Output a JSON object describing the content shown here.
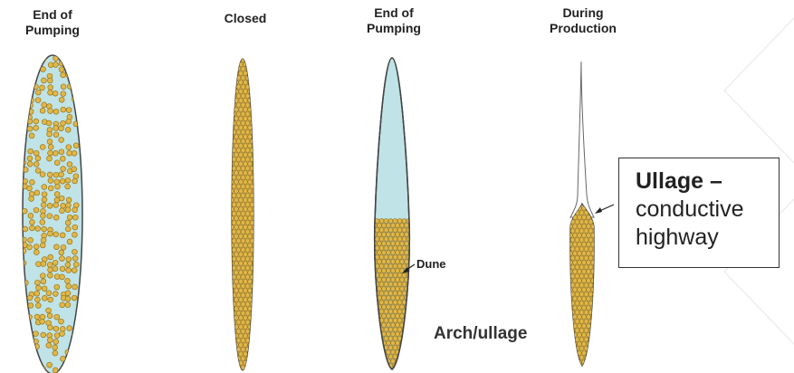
{
  "panels": [
    {
      "title_line1": "End of",
      "title_line2": "Pumping"
    },
    {
      "title_line1": "Closed",
      "title_line2": ""
    },
    {
      "title_line1": "End of",
      "title_line2": "Pumping"
    },
    {
      "title_line1": "During",
      "title_line2": "Production"
    }
  ],
  "labels": {
    "dune": "Dune",
    "arch": "Arch/ullage"
  },
  "callout": {
    "line1": "Ullage –",
    "line2": "conductive",
    "line3": "highway"
  },
  "colors": {
    "fluid": "#bfe3e6",
    "proppant_fill": "#e0b84a",
    "proppant_edge": "#9a7418",
    "outline": "#444444"
  }
}
